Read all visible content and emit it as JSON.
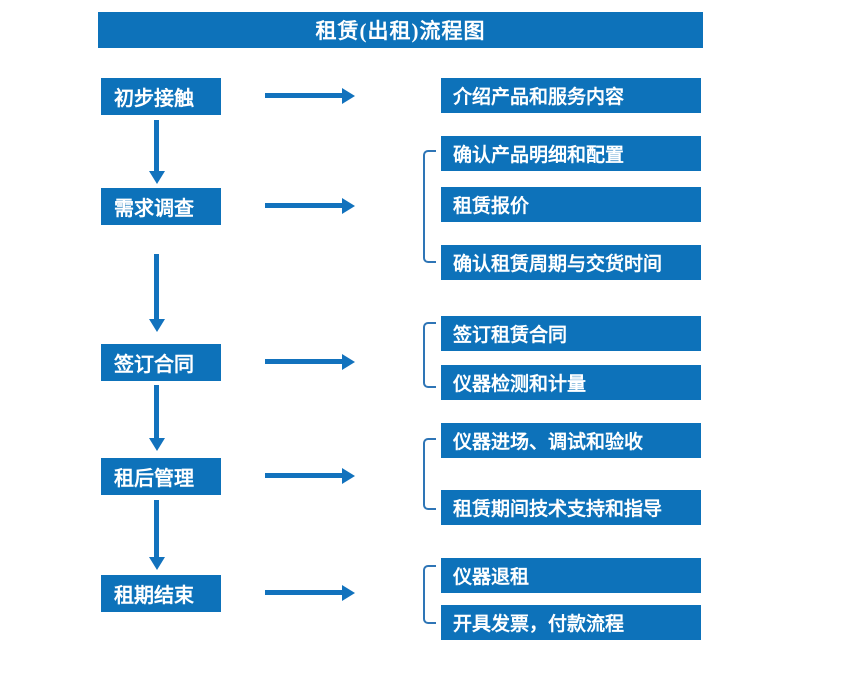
{
  "title": "租赁(出租)流程图",
  "colors": {
    "box_blue": "#0d72ba",
    "arrow_blue": "#1272bd",
    "bracket_blue": "#2e75b6",
    "text_white": "#ffffff",
    "background": "#ffffff"
  },
  "flow": {
    "steps": [
      {
        "label": "初步接触",
        "outputs": [
          "介绍产品和服务内容"
        ]
      },
      {
        "label": "需求调查",
        "outputs": [
          "确认产品明细和配置",
          "租赁报价",
          "确认租赁周期与交货时间"
        ]
      },
      {
        "label": "签订合同",
        "outputs": [
          "签订租赁合同",
          "仪器检测和计量"
        ]
      },
      {
        "label": "租后管理",
        "outputs": [
          "仪器进场、调试和验收",
          "租赁期间技术支持和指导"
        ]
      },
      {
        "label": "租期结束",
        "outputs": [
          "仪器退租",
          "开具发票，付款流程"
        ]
      }
    ]
  }
}
